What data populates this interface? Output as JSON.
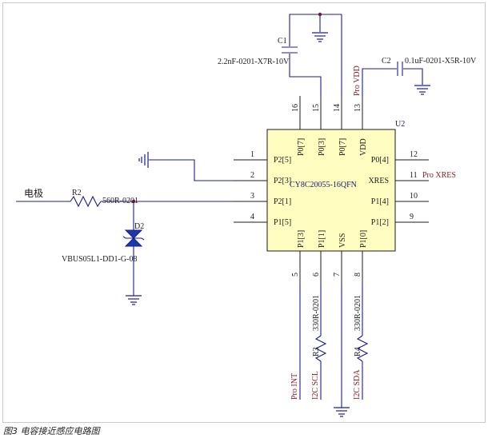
{
  "chip": {
    "ref": "U2",
    "part": "CY8C20055-16QFN",
    "pins": {
      "left": [
        {
          "num": "1",
          "name": "P2[5]"
        },
        {
          "num": "2",
          "name": "P2[3]"
        },
        {
          "num": "3",
          "name": "P2[1]"
        },
        {
          "num": "4",
          "name": "P1[5]"
        }
      ],
      "top": [
        {
          "num": "16",
          "name": "P0[7]"
        },
        {
          "num": "15",
          "name": "P0[3]"
        },
        {
          "num": "14",
          "name": "P0[7]"
        },
        {
          "num": "13",
          "name": "VDD"
        }
      ],
      "right": [
        {
          "num": "12",
          "name": "P0[4]"
        },
        {
          "num": "11",
          "name": "XRES"
        },
        {
          "num": "10",
          "name": "P1[4]"
        },
        {
          "num": "9",
          "name": "P1[2]"
        }
      ],
      "bottom": [
        {
          "num": "5",
          "name": "P1[3]"
        },
        {
          "num": "6",
          "name": "P1[1]"
        },
        {
          "num": "7",
          "name": "VSS"
        },
        {
          "num": "8",
          "name": "P1[0]"
        }
      ]
    }
  },
  "components": {
    "c1": {
      "ref": "C1",
      "value": "2.2nF-0201-X7R-10V"
    },
    "c2": {
      "ref": "C2",
      "value": "0.1uF-0201-X5R-10V"
    },
    "r2": {
      "ref": "R2",
      "value": "560R-0201"
    },
    "d2": {
      "ref": "D2",
      "value": "VBUS05L1-DD1-G-08"
    },
    "r3": {
      "ref": "R3",
      "value": "330R-0201"
    },
    "r4": {
      "ref": "R4",
      "value": "330R-0201"
    }
  },
  "nets": {
    "electrode": "电极",
    "pro_vdd": "Pro VDD",
    "pro_xres": "Pro XRES",
    "pro_int": "Pro INT",
    "i2c_scl": "I2C SCL",
    "i2c_sda": "I2C SDA"
  },
  "caption": "图3 电容接近感应电路图"
}
